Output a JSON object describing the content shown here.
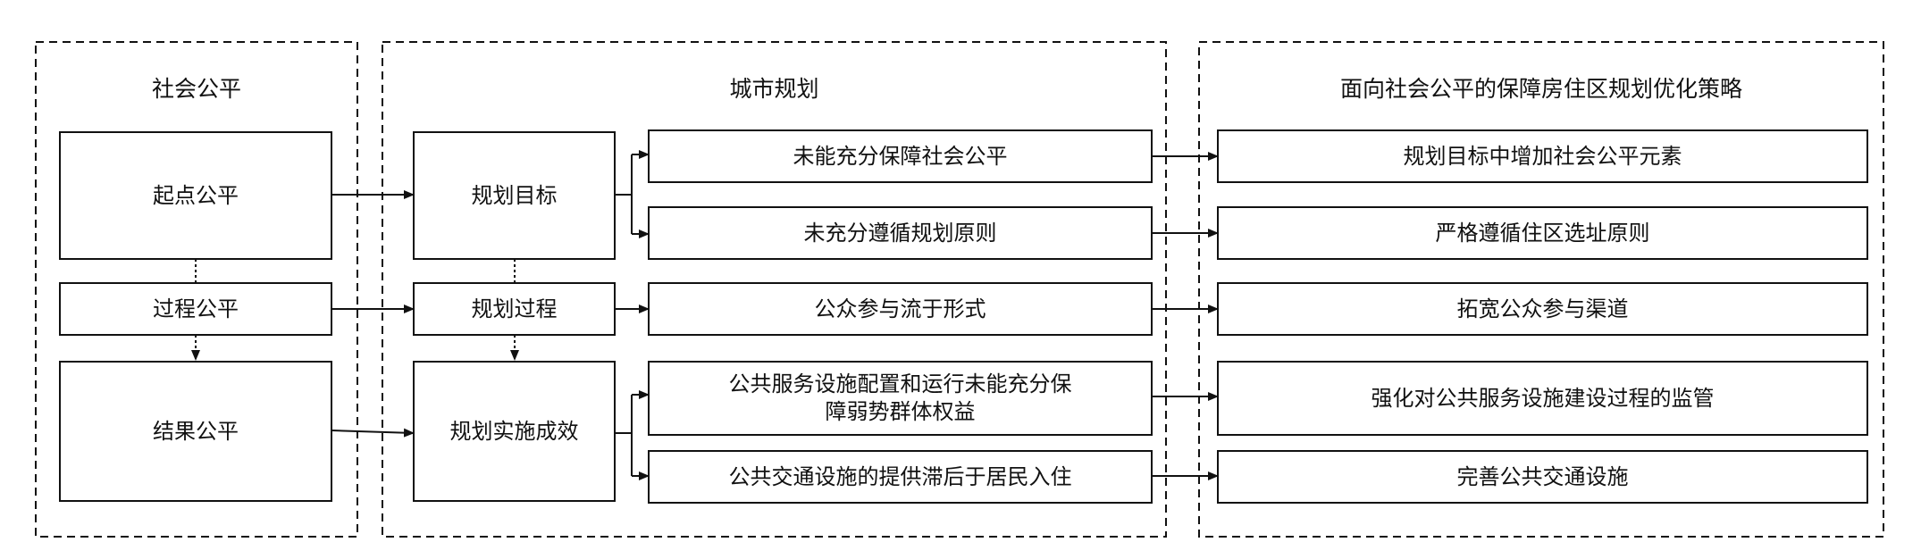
{
  "groups": {
    "equity": "社会公平",
    "planning": "城市规划",
    "strategy": "面向社会公平的保障房住区规划优化策略"
  },
  "equity": {
    "start": "起点公平",
    "process": "过程公平",
    "result": "结果公平"
  },
  "planning": {
    "goal": "规划目标",
    "process": "规划过程",
    "effect": "规划实施成效"
  },
  "problems": {
    "p1": "未能充分保障社会公平",
    "p2": "未充分遵循规划原则",
    "p3": "公众参与流于形式",
    "p4_line1": "公共服务设施配置和运行未能充分保",
    "p4_line2": "障弱势群体权益",
    "p5": "公共交通设施的提供滞后于居民入住"
  },
  "strategies": {
    "s1": "规划目标中增加社会公平元素",
    "s2": "严格遵循住区选址原则",
    "s3": "拓宽公众参与渠道",
    "s4": "强化对公共服务设施建设过程的监管",
    "s5": "完善公共交通设施"
  }
}
